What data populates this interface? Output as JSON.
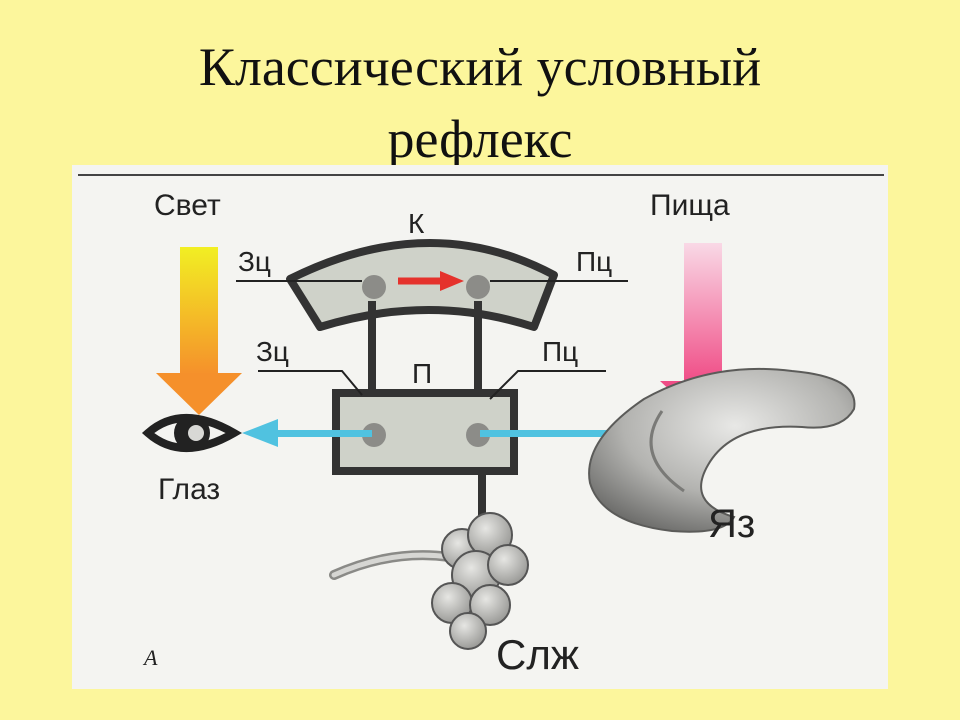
{
  "title": {
    "line1": "Классический условный",
    "line2": "рефлекс"
  },
  "diagram": {
    "labels": {
      "light": "Свет",
      "food": "Пища",
      "cortex": "К",
      "cortex_left": "Зц",
      "cortex_right": "Пц",
      "sub_left": "Зц",
      "sub_right": "Пц",
      "subcortex": "П",
      "eye": "Глаз",
      "tongue": "Яз",
      "gland": "Слж",
      "panel_letter": "А"
    },
    "colors": {
      "light_arrow_top": "#f2ef23",
      "light_arrow_bottom": "#f5902b",
      "food_arrow_top": "#f9d9e6",
      "food_arrow_bottom": "#f04c86",
      "signal_arrow": "#50c2e0",
      "cortex_link_arrow": "#e5322c",
      "block_fill": "#cfd2c9",
      "outline": "#333333"
    }
  }
}
